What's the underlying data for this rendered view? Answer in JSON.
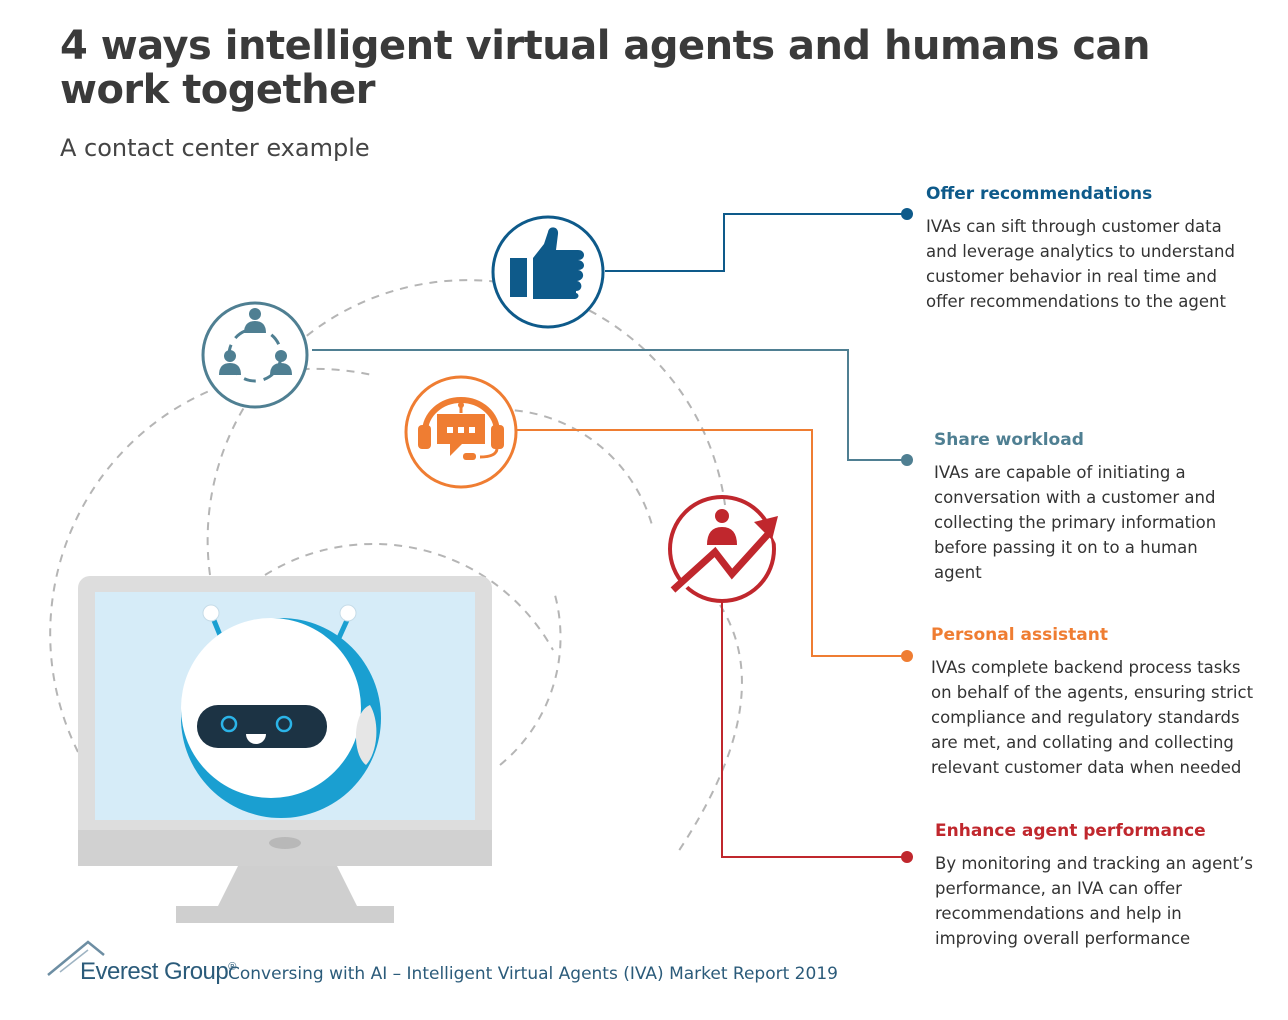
{
  "header": {
    "title": "4 ways intelligent virtual agents and humans can work together",
    "subtitle": "A contact center example"
  },
  "colors": {
    "blue": "#0e5a8a",
    "slate": "#4f7f92",
    "orange": "#ef7d32",
    "red": "#c0272d",
    "monitor_bezel": "#dcdcdc",
    "screen": "#d6ecf8",
    "robot_ring": "#1a9fd1"
  },
  "items": [
    {
      "key": "offer",
      "icon": "thumbs-up-icon",
      "heading": "Offer recommendations",
      "text": "IVAs can sift through customer data and leverage analytics to understand customer behavior in real time and offer recommendations to the agent"
    },
    {
      "key": "share",
      "icon": "team-network-icon",
      "heading": "Share workload",
      "text": "IVAs are capable of initiating a conversation with a customer and collecting the primary information before passing it on to a human agent"
    },
    {
      "key": "assistant",
      "icon": "chatbot-headset-icon",
      "heading": "Personal assistant",
      "text": "IVAs complete backend process tasks on behalf of the agents, ensuring strict compliance and regulatory standards are met, and collating and collecting relevant customer data when needed"
    },
    {
      "key": "performance",
      "icon": "performance-growth-icon",
      "heading": "Enhance agent performance",
      "text": "By monitoring and tracking an agent’s performance, an IVA can offer recommendations and help in improving overall performance"
    }
  ],
  "footer": {
    "brand": "Everest Group",
    "registered": "®",
    "report": "Conversing with AI – Intelligent Virtual Agents (IVA) Market Report 2019"
  }
}
